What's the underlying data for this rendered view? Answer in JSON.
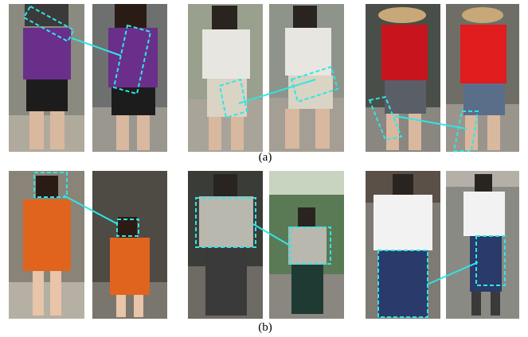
{
  "captions": {
    "top": "(a)",
    "bottom": "(b)"
  },
  "colors": {
    "highlight": "#2ee6e6",
    "background": "#ffffff"
  },
  "rows": [
    {
      "label": "(a)",
      "pairs": [
        {
          "name": "purple-shirt-upper-arm",
          "clothing": [
            "#6a2f8a",
            "#1c1c1c"
          ]
        },
        {
          "name": "white-tee-thigh",
          "clothing": [
            "#e8e6e0",
            "#d9d4c4"
          ]
        },
        {
          "name": "red-shirt-calf",
          "clothing": [
            "#c8141c",
            "#5a6e8a"
          ]
        }
      ]
    },
    {
      "label": "(b)",
      "pairs": [
        {
          "name": "orange-dress-face",
          "clothing": [
            "#e0641e",
            "#e0641e"
          ]
        },
        {
          "name": "grey-tee-torso",
          "clothing": [
            "#b8b8ae",
            "#3a3a3a"
          ]
        },
        {
          "name": "white-tee-jeans",
          "clothing": [
            "#f2f2f2",
            "#2a3a6a"
          ]
        }
      ]
    }
  ]
}
